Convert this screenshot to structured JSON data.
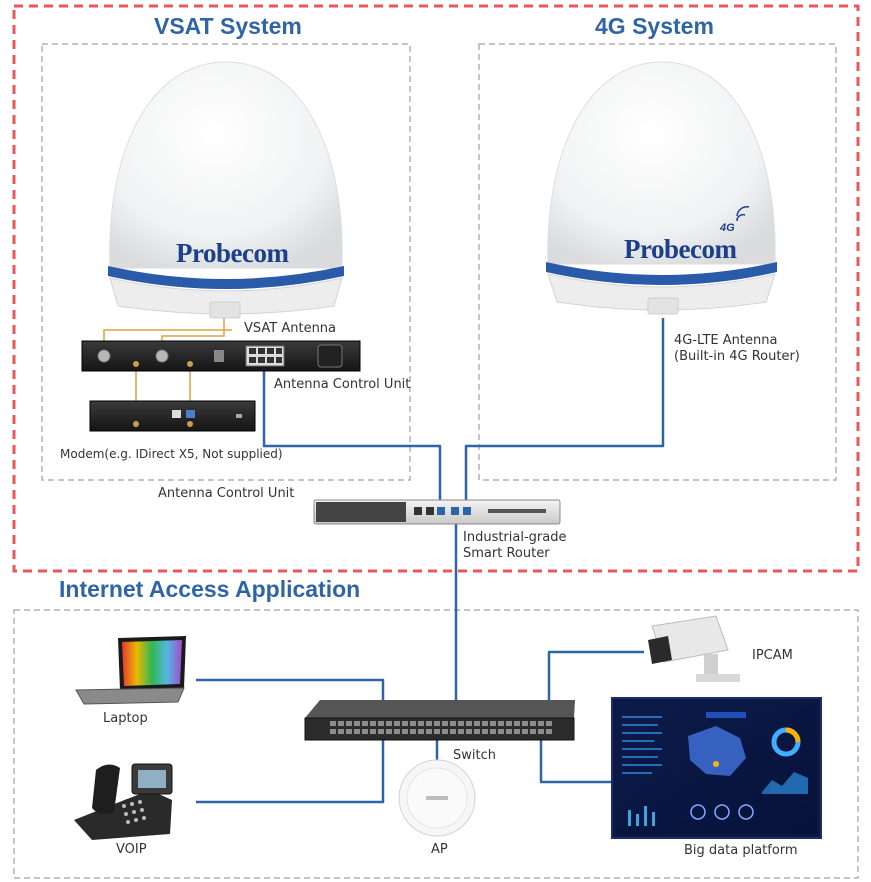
{
  "sections": {
    "vsat_title": "VSAT System",
    "g4_title": "4G System",
    "internet_title": "Internet Access Application"
  },
  "brand": "Probecom",
  "lte_badge": "4G",
  "labels": {
    "vsat_antenna": "VSAT Antenna",
    "acu": "Antenna Control Unit",
    "modem": "Modem(e.g. IDirect X5, Not supplied)",
    "acu_bottom": "Antenna Control Unit",
    "lte_antenna_line1": "4G-LTE Antenna",
    "lte_antenna_line2": "(Built-in 4G Router)",
    "router_line1": "Industrial-grade",
    "router_line2": "Smart Router",
    "switch": "Switch",
    "laptop": "Laptop",
    "voip": "VOIP",
    "ap": "AP",
    "ipcam": "IPCAM",
    "bigdata": "Big data platform"
  },
  "colors": {
    "outer_border": "#e8575a",
    "inner_border": "#b0b0b0",
    "title_blue": "#2f65a7",
    "link_blue": "#2e64a8",
    "coax_orange": "#e0a040"
  }
}
